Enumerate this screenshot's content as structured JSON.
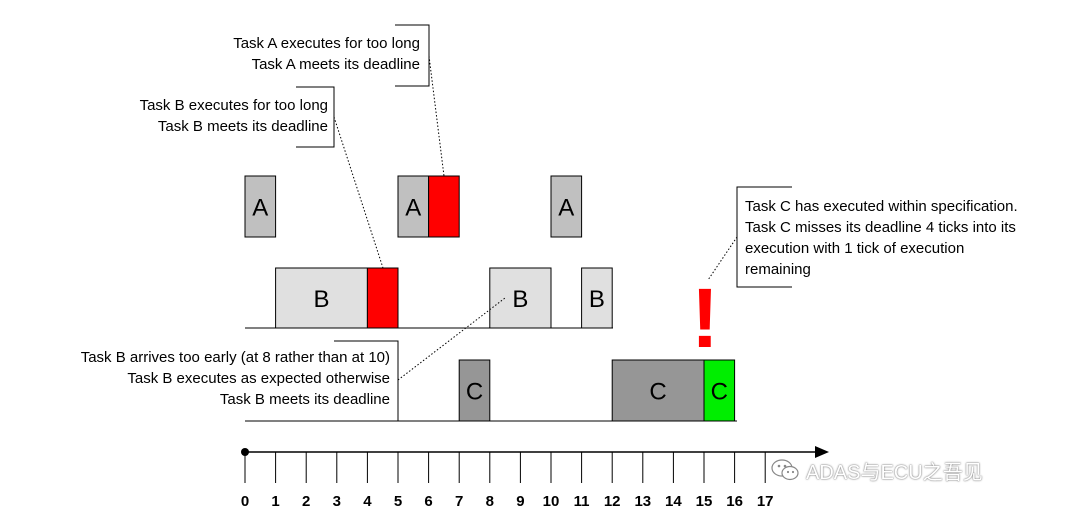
{
  "axis": {
    "ticks": [
      "0",
      "1",
      "2",
      "3",
      "4",
      "5",
      "6",
      "7",
      "8",
      "9",
      "10",
      "11",
      "12",
      "13",
      "14",
      "15",
      "16",
      "17"
    ]
  },
  "tasks": {
    "A": {
      "label": "A",
      "blocks": [
        {
          "start": 0,
          "end": 1,
          "status": "normal"
        },
        {
          "start": 5,
          "end": 6,
          "status": "normal"
        },
        {
          "start": 6,
          "end": 7,
          "status": "overrun"
        },
        {
          "start": 10,
          "end": 11,
          "status": "normal"
        }
      ]
    },
    "B": {
      "label": "B",
      "blocks": [
        {
          "start": 1,
          "end": 4,
          "status": "normal"
        },
        {
          "start": 4,
          "end": 5,
          "status": "overrun"
        },
        {
          "start": 8,
          "end": 10,
          "status": "normal"
        },
        {
          "start": 11,
          "end": 12,
          "status": "normal"
        }
      ]
    },
    "C": {
      "label": "C",
      "blocks": [
        {
          "start": 7,
          "end": 8,
          "status": "normal"
        },
        {
          "start": 12,
          "end": 15,
          "status": "normal"
        },
        {
          "start": 15,
          "end": 16,
          "status": "ok"
        }
      ]
    }
  },
  "colors": {
    "A": "#c0c0c0",
    "B": "#e0e0e0",
    "C": "#969696",
    "overrun": "#ff0000",
    "ok": "#00ee00",
    "alert": "#ff0000"
  },
  "annotations": {
    "taskA": {
      "lines": [
        "Task A executes for too long",
        "Task A meets its deadline"
      ]
    },
    "taskB1": {
      "lines": [
        "Task B executes for too long",
        "Task B meets its deadline"
      ]
    },
    "taskB2": {
      "lines": [
        "Task B arrives too early (at 8 rather than at 10)",
        "Task B executes as expected otherwise",
        "Task B meets its deadline"
      ]
    },
    "taskC": {
      "lines": [
        "Task C has executed within specification.",
        "Task C misses its deadline 4 ticks into its",
        "execution with 1 tick of execution",
        "remaining"
      ]
    },
    "alert_mark": "!"
  },
  "watermark": {
    "text": "ADAS与ECU之吾见",
    "icon": "wechat-icon"
  }
}
